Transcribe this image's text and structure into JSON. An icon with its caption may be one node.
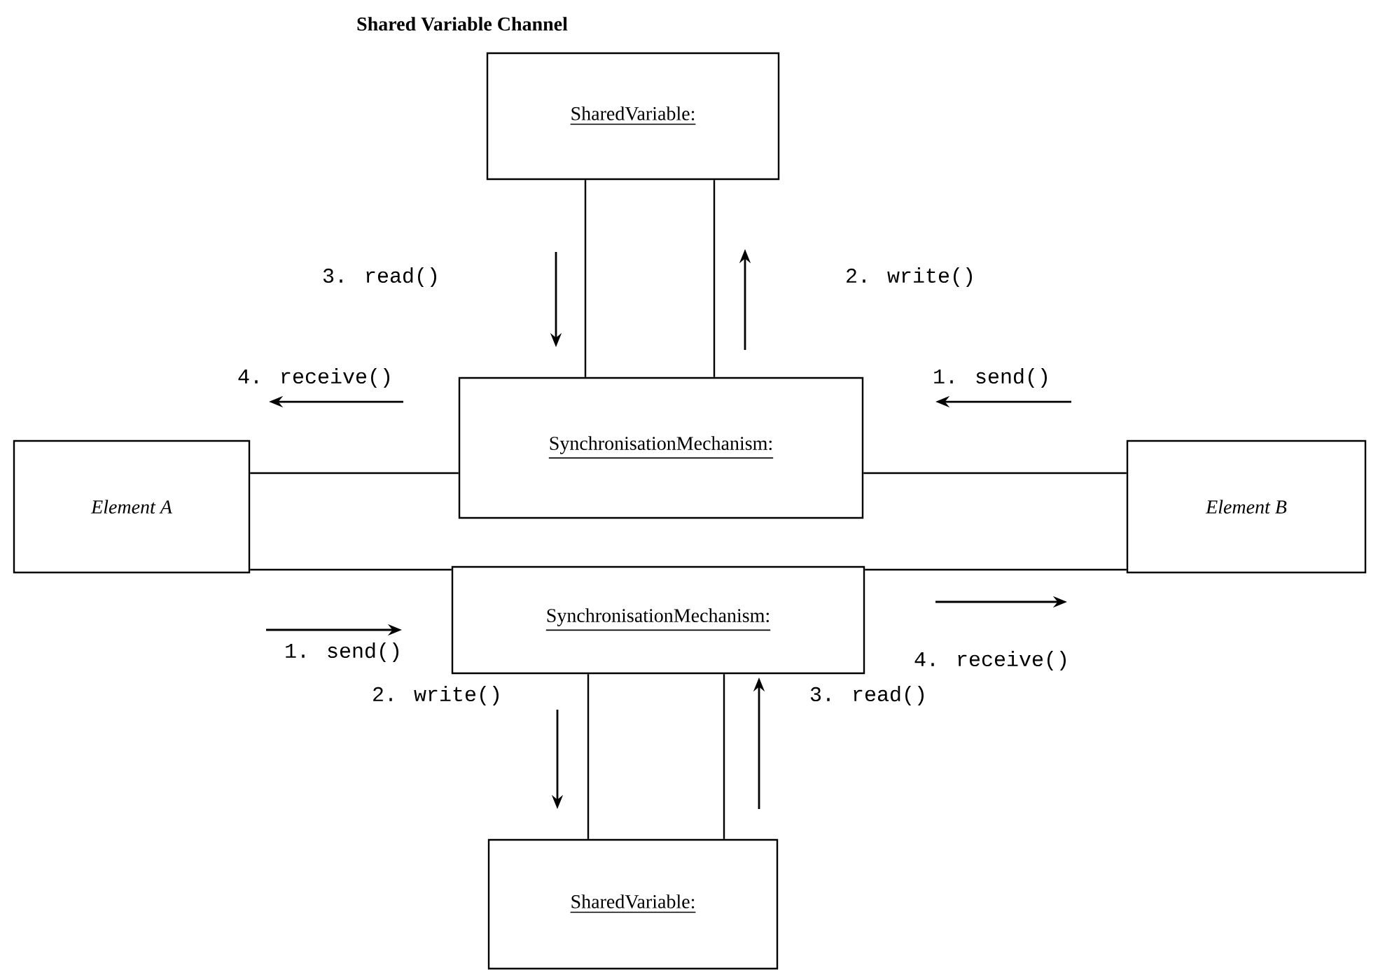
{
  "diagram": {
    "title": "Shared Variable Channel",
    "nodes": [
      {
        "text": [
          "SharedVariable:"
        ]
      },
      {
        "text": [
          "SynchronisationMechanism:"
        ]
      },
      {
        "text": [
          "Element A"
        ]
      },
      {
        "text": [
          "Element B"
        ]
      },
      {
        "text": [
          "SynchronisationMechanism:"
        ]
      },
      {
        "text": [
          "SharedVariable:"
        ]
      }
    ],
    "edges": [
      {
        "from": 0,
        "to": 1,
        "arrow": "none"
      },
      {
        "from": 0,
        "to": 1,
        "arrow": "none"
      },
      {
        "from": 2,
        "to": 1,
        "arrow": "none"
      },
      {
        "from": 1,
        "to": 3,
        "arrow": "none"
      },
      {
        "from": 2,
        "to": 4,
        "arrow": "none"
      },
      {
        "from": 4,
        "to": 3,
        "arrow": "none"
      },
      {
        "from": 4,
        "to": 5,
        "arrow": "none"
      },
      {
        "from": 4,
        "to": 5,
        "arrow": "none"
      }
    ],
    "labels": [
      "3. read()",
      "2. write()",
      "4. receive()",
      "1. send()",
      "1. send()",
      "4. receive()",
      "2. write()",
      "3. read()"
    ]
  }
}
